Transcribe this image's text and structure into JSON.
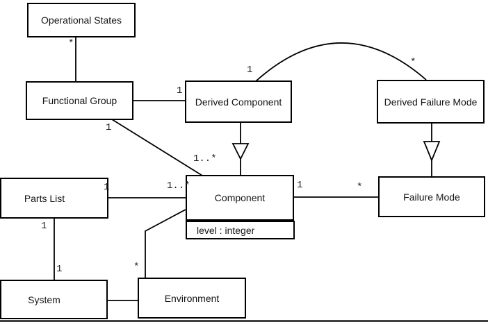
{
  "diagram": {
    "kind": "uml-class-diagram",
    "background_color": "#ffffff",
    "line_color": "#000000",
    "classes": [
      {
        "name": "Operational States"
      },
      {
        "name": "Functional Group"
      },
      {
        "name": "Derived Component"
      },
      {
        "name": "Derived Failure Mode"
      },
      {
        "name": "Parts List"
      },
      {
        "name": "Component",
        "attributes": [
          "level : integer"
        ]
      },
      {
        "name": "Failure Mode"
      },
      {
        "name": "System"
      },
      {
        "name": "Environment"
      }
    ],
    "multiplicities": [
      {
        "id": "operational-states-end",
        "text": "*"
      },
      {
        "id": "functional-group--derived-component-end",
        "text": "1"
      },
      {
        "id": "arc-derived-component-end",
        "text": "1"
      },
      {
        "id": "arc-derived-failure-mode-end",
        "text": "*"
      },
      {
        "id": "functional-group--component-near",
        "text": "1"
      },
      {
        "id": "functional-group--component-far",
        "text": "1..*"
      },
      {
        "id": "parts-list--component-near",
        "text": "1"
      },
      {
        "id": "parts-list--component-far",
        "text": "1..*"
      },
      {
        "id": "component--failure-mode-near",
        "text": "1"
      },
      {
        "id": "component--failure-mode-far",
        "text": "*"
      },
      {
        "id": "parts-list--system-near",
        "text": "1"
      },
      {
        "id": "parts-list--system-far",
        "text": "1"
      },
      {
        "id": "environment--component-near",
        "text": "*"
      }
    ],
    "relations": [
      {
        "from": "Operational States",
        "to": "Functional Group",
        "type": "association",
        "labels": [
          "*"
        ]
      },
      {
        "from": "Functional Group",
        "to": "Derived Component",
        "type": "association",
        "labels": [
          "1"
        ]
      },
      {
        "from": "Derived Component",
        "to": "Derived Failure Mode",
        "type": "association-arc",
        "labels": [
          "1",
          "*"
        ]
      },
      {
        "from": "Functional Group",
        "to": "Component",
        "type": "association",
        "labels": [
          "1",
          "1..*"
        ]
      },
      {
        "from": "Derived Component",
        "to": "Component",
        "type": "generalization"
      },
      {
        "from": "Derived Failure Mode",
        "to": "Failure Mode",
        "type": "generalization"
      },
      {
        "from": "Parts List",
        "to": "Component",
        "type": "association",
        "labels": [
          "1",
          "1..*"
        ]
      },
      {
        "from": "Component",
        "to": "Failure Mode",
        "type": "association",
        "labels": [
          "1",
          "*"
        ]
      },
      {
        "from": "Parts List",
        "to": "System",
        "type": "association",
        "labels": [
          "1",
          "1"
        ]
      },
      {
        "from": "System",
        "to": "Environment",
        "type": "association"
      },
      {
        "from": "Environment",
        "to": "Component",
        "type": "association",
        "labels": [
          "*"
        ]
      }
    ]
  }
}
